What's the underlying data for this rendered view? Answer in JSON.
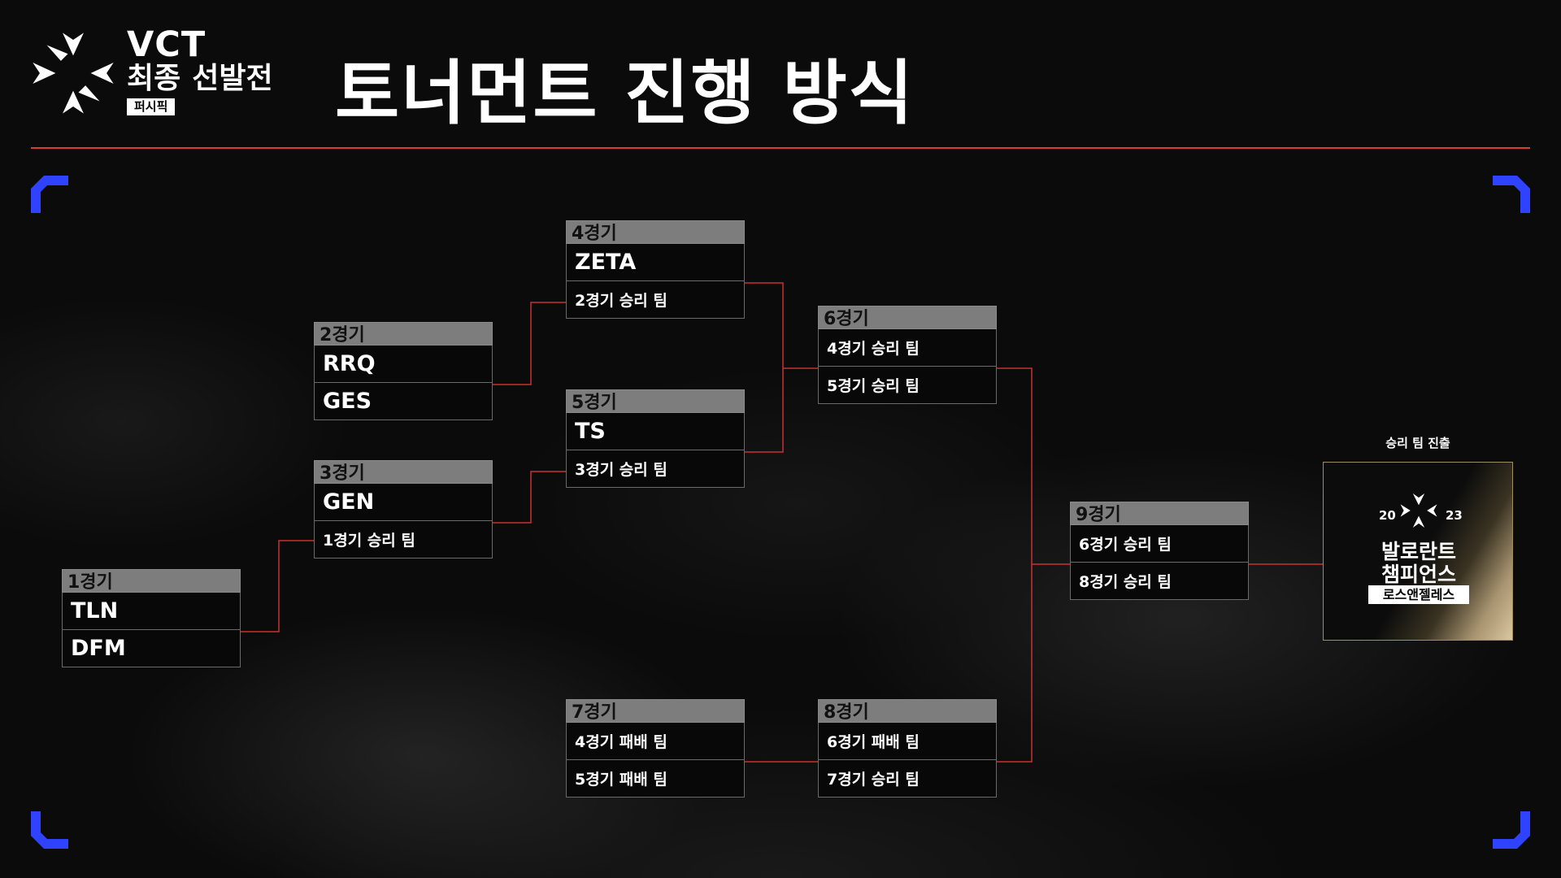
{
  "header": {
    "brand_vct": "VCT",
    "brand_line2_a": "최종",
    "brand_line2_b": "선발전",
    "brand_badge": "퍼시픽",
    "title": "토너먼트 진행 방식"
  },
  "colors": {
    "accent_red": "#d93a3a",
    "corner_blue": "#2f43ff",
    "header_gray": "#7d7d7d"
  },
  "matches": {
    "m1": {
      "label": "1경기",
      "a": "TLN",
      "b": "DFM"
    },
    "m2": {
      "label": "2경기",
      "a": "RRQ",
      "b": "GES"
    },
    "m3": {
      "label": "3경기",
      "a": "GEN",
      "b": "1경기 승리 팀"
    },
    "m4": {
      "label": "4경기",
      "a": "ZETA",
      "b": "2경기 승리 팀"
    },
    "m5": {
      "label": "5경기",
      "a": "TS",
      "b": "3경기 승리 팀"
    },
    "m6": {
      "label": "6경기",
      "a": "4경기 승리 팀",
      "b": "5경기 승리 팀"
    },
    "m7": {
      "label": "7경기",
      "a": "4경기 패배 팀",
      "b": "5경기 패배 팀"
    },
    "m8": {
      "label": "8경기",
      "a": "6경기 패배 팀",
      "b": "7경기 승리 팀"
    },
    "m9": {
      "label": "9경기",
      "a": "6경기 승리 팀",
      "b": "8경기 승리 팀"
    }
  },
  "advance": {
    "label": "승리 팀 진출",
    "year_left": "20",
    "year_right": "23",
    "line1": "발로란트",
    "line2": "챔피언스",
    "city": "로스앤젤레스"
  }
}
